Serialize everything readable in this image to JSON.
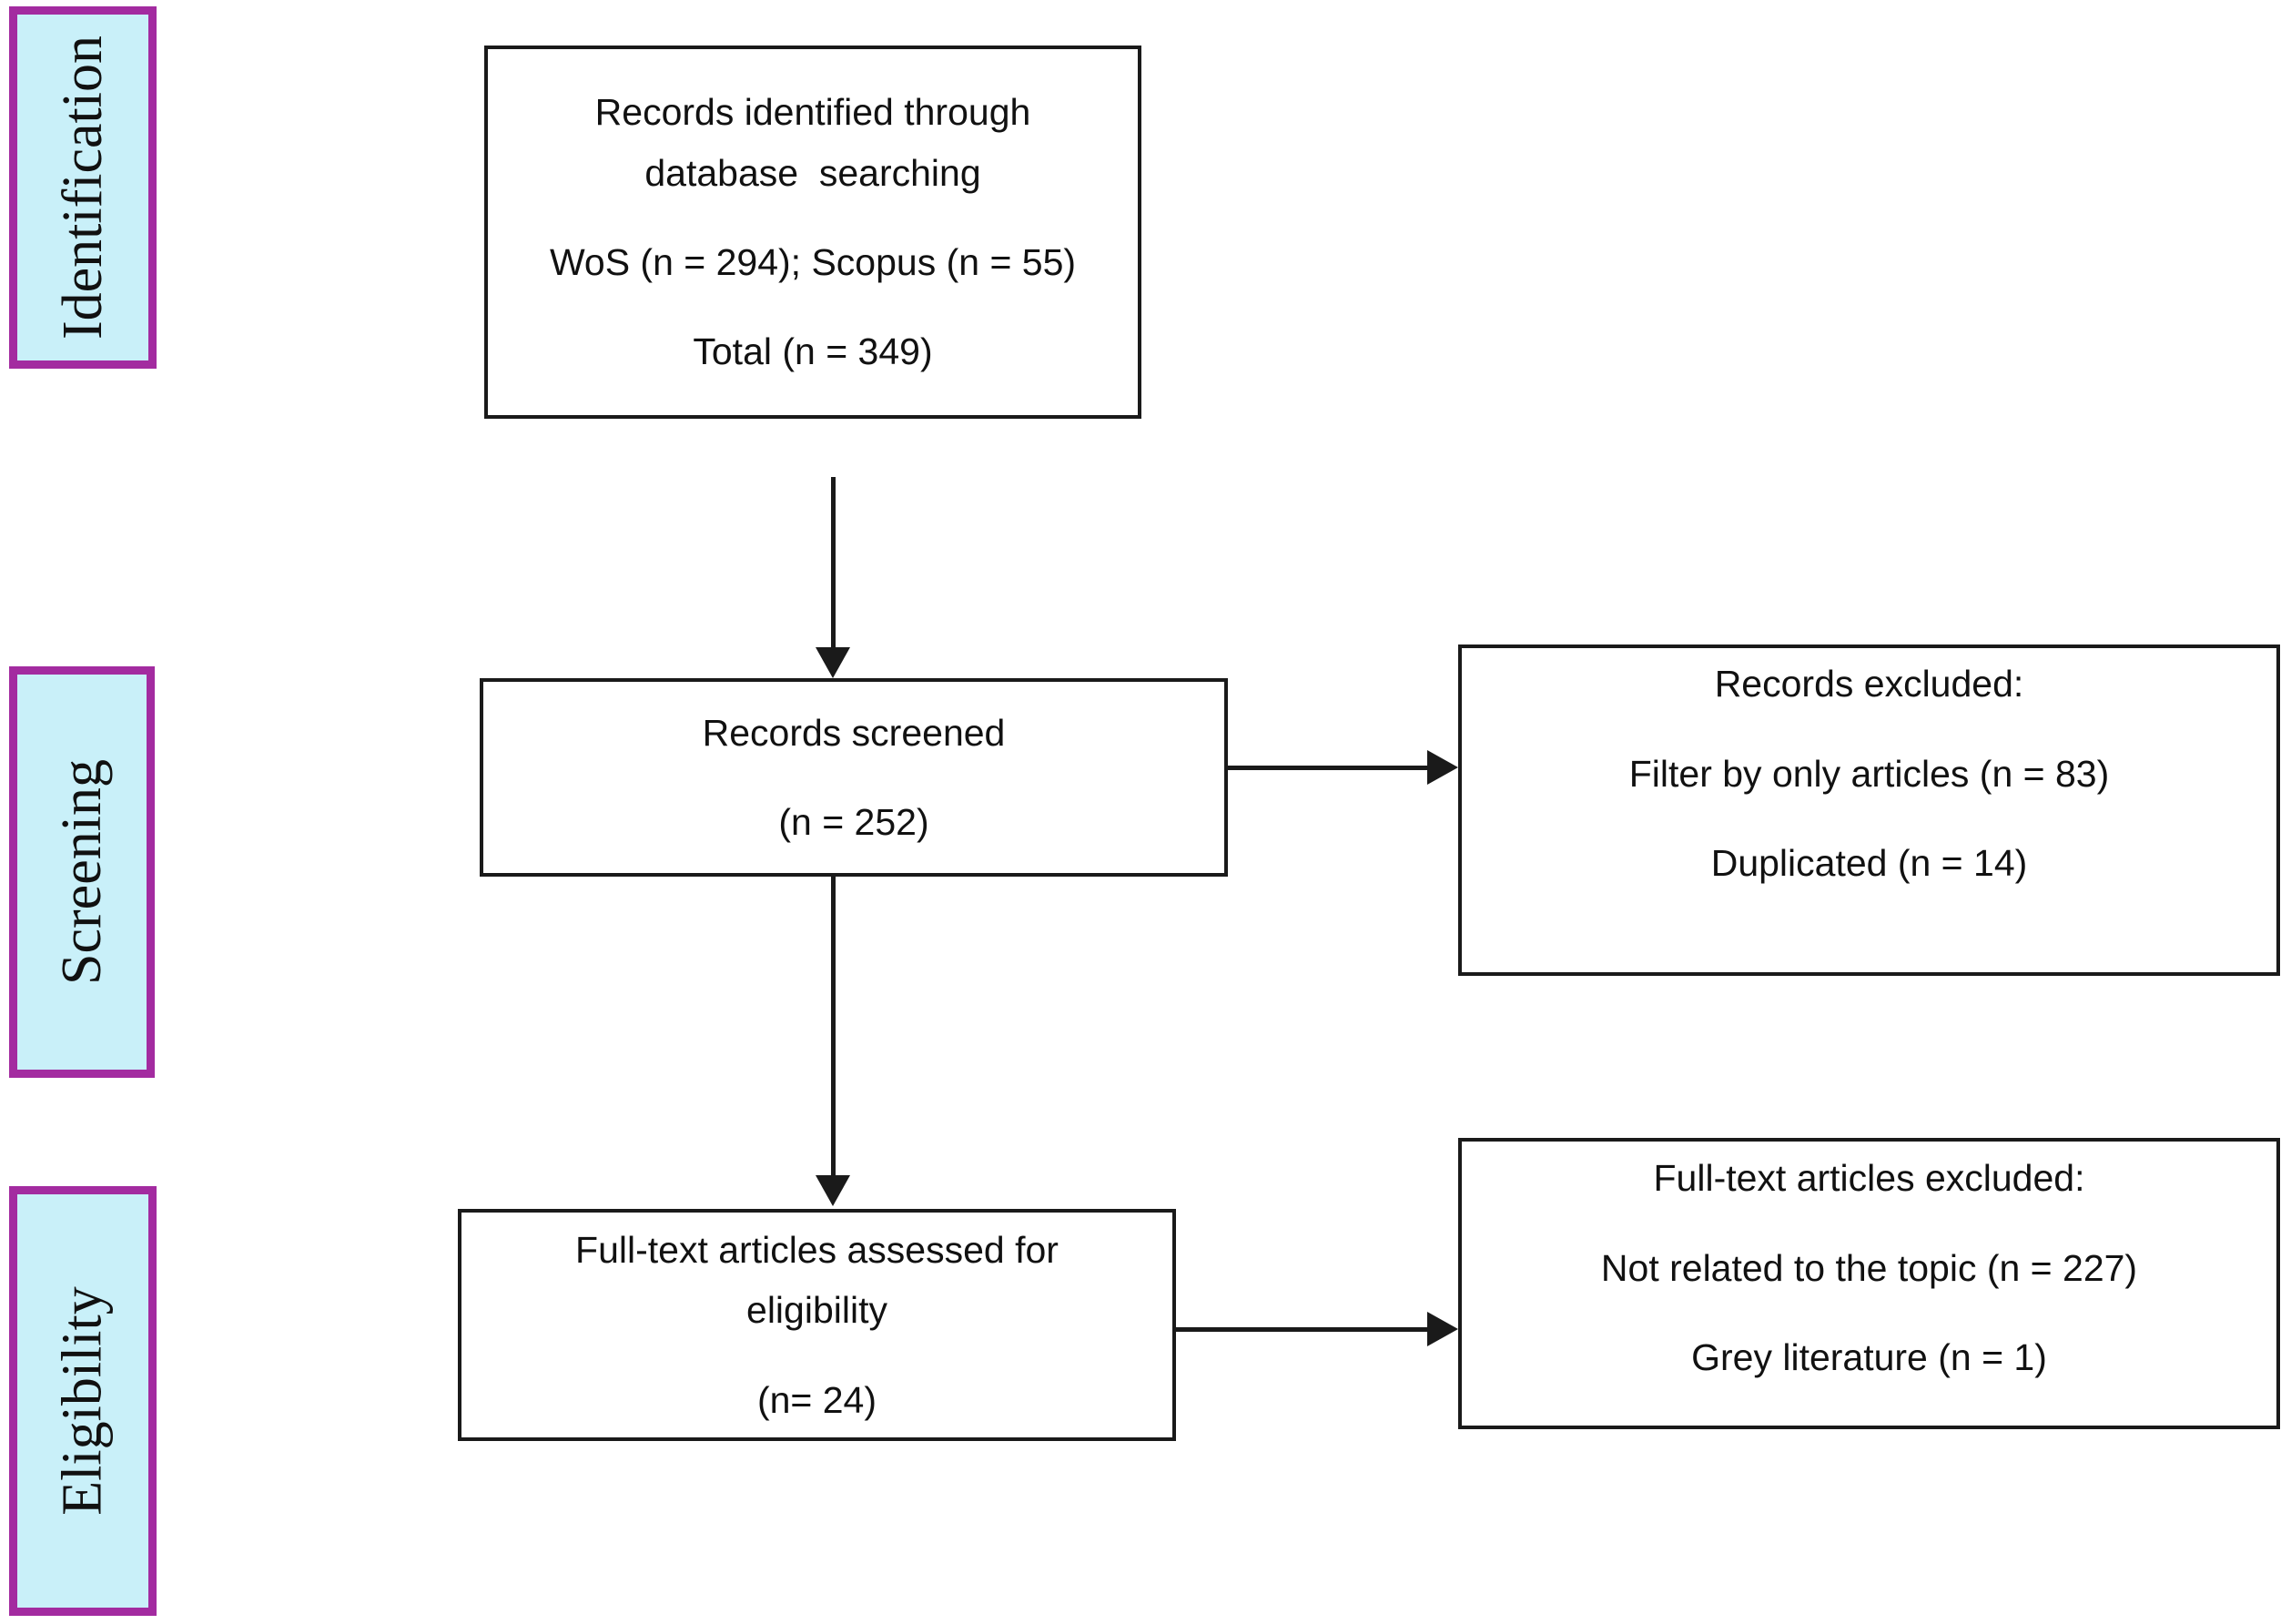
{
  "diagram": {
    "type": "prisma-flow-diagram",
    "colors": {
      "stage_fill": "#c9f0f9",
      "stage_border": "#a32ba0",
      "box_border": "#1a1a1a",
      "text": "#111111",
      "background": "#ffffff"
    }
  },
  "stages": [
    {
      "id": "identification",
      "label": "Identification"
    },
    {
      "id": "screening",
      "label": "Screening"
    },
    {
      "id": "eligibility",
      "label": "Eligibility"
    }
  ],
  "boxes": {
    "identified": {
      "id": "records-identified",
      "lines": [
        "Records identified through",
        "database  searching",
        "WoS (n = 294); Scopus (n = 55)",
        "Total (n = 349)"
      ]
    },
    "screened": {
      "id": "records-screened",
      "lines": [
        "Records screened",
        "(n = 252)"
      ]
    },
    "records_excluded": {
      "id": "records-excluded",
      "lines": [
        "Records excluded:",
        "Filter by only articles (n = 83)",
        "Duplicated (n = 14)"
      ]
    },
    "fulltext_assessed": {
      "id": "fulltext-assessed",
      "lines": [
        "Full-text articles assessed for",
        "eligibility",
        "(n= 24)"
      ]
    },
    "fulltext_excluded": {
      "id": "fulltext-excluded",
      "lines": [
        "Full-text articles excluded:",
        "Not related to the topic (n = 227)",
        "Grey literature (n = 1)"
      ]
    }
  },
  "connectors": [
    {
      "id": "identified-to-screened",
      "direction": "down"
    },
    {
      "id": "screened-to-records-excluded",
      "direction": "right"
    },
    {
      "id": "screened-to-fulltext",
      "direction": "down"
    },
    {
      "id": "fulltext-to-fulltext-excluded",
      "direction": "right"
    }
  ],
  "counts": {
    "wos": 294,
    "scopus": 55,
    "total_identified": 349,
    "screened": 252,
    "excluded_filter_only_articles": 83,
    "excluded_duplicated": 14,
    "fulltext_assessed": 24,
    "excluded_not_related": 227,
    "excluded_grey_literature": 1
  }
}
